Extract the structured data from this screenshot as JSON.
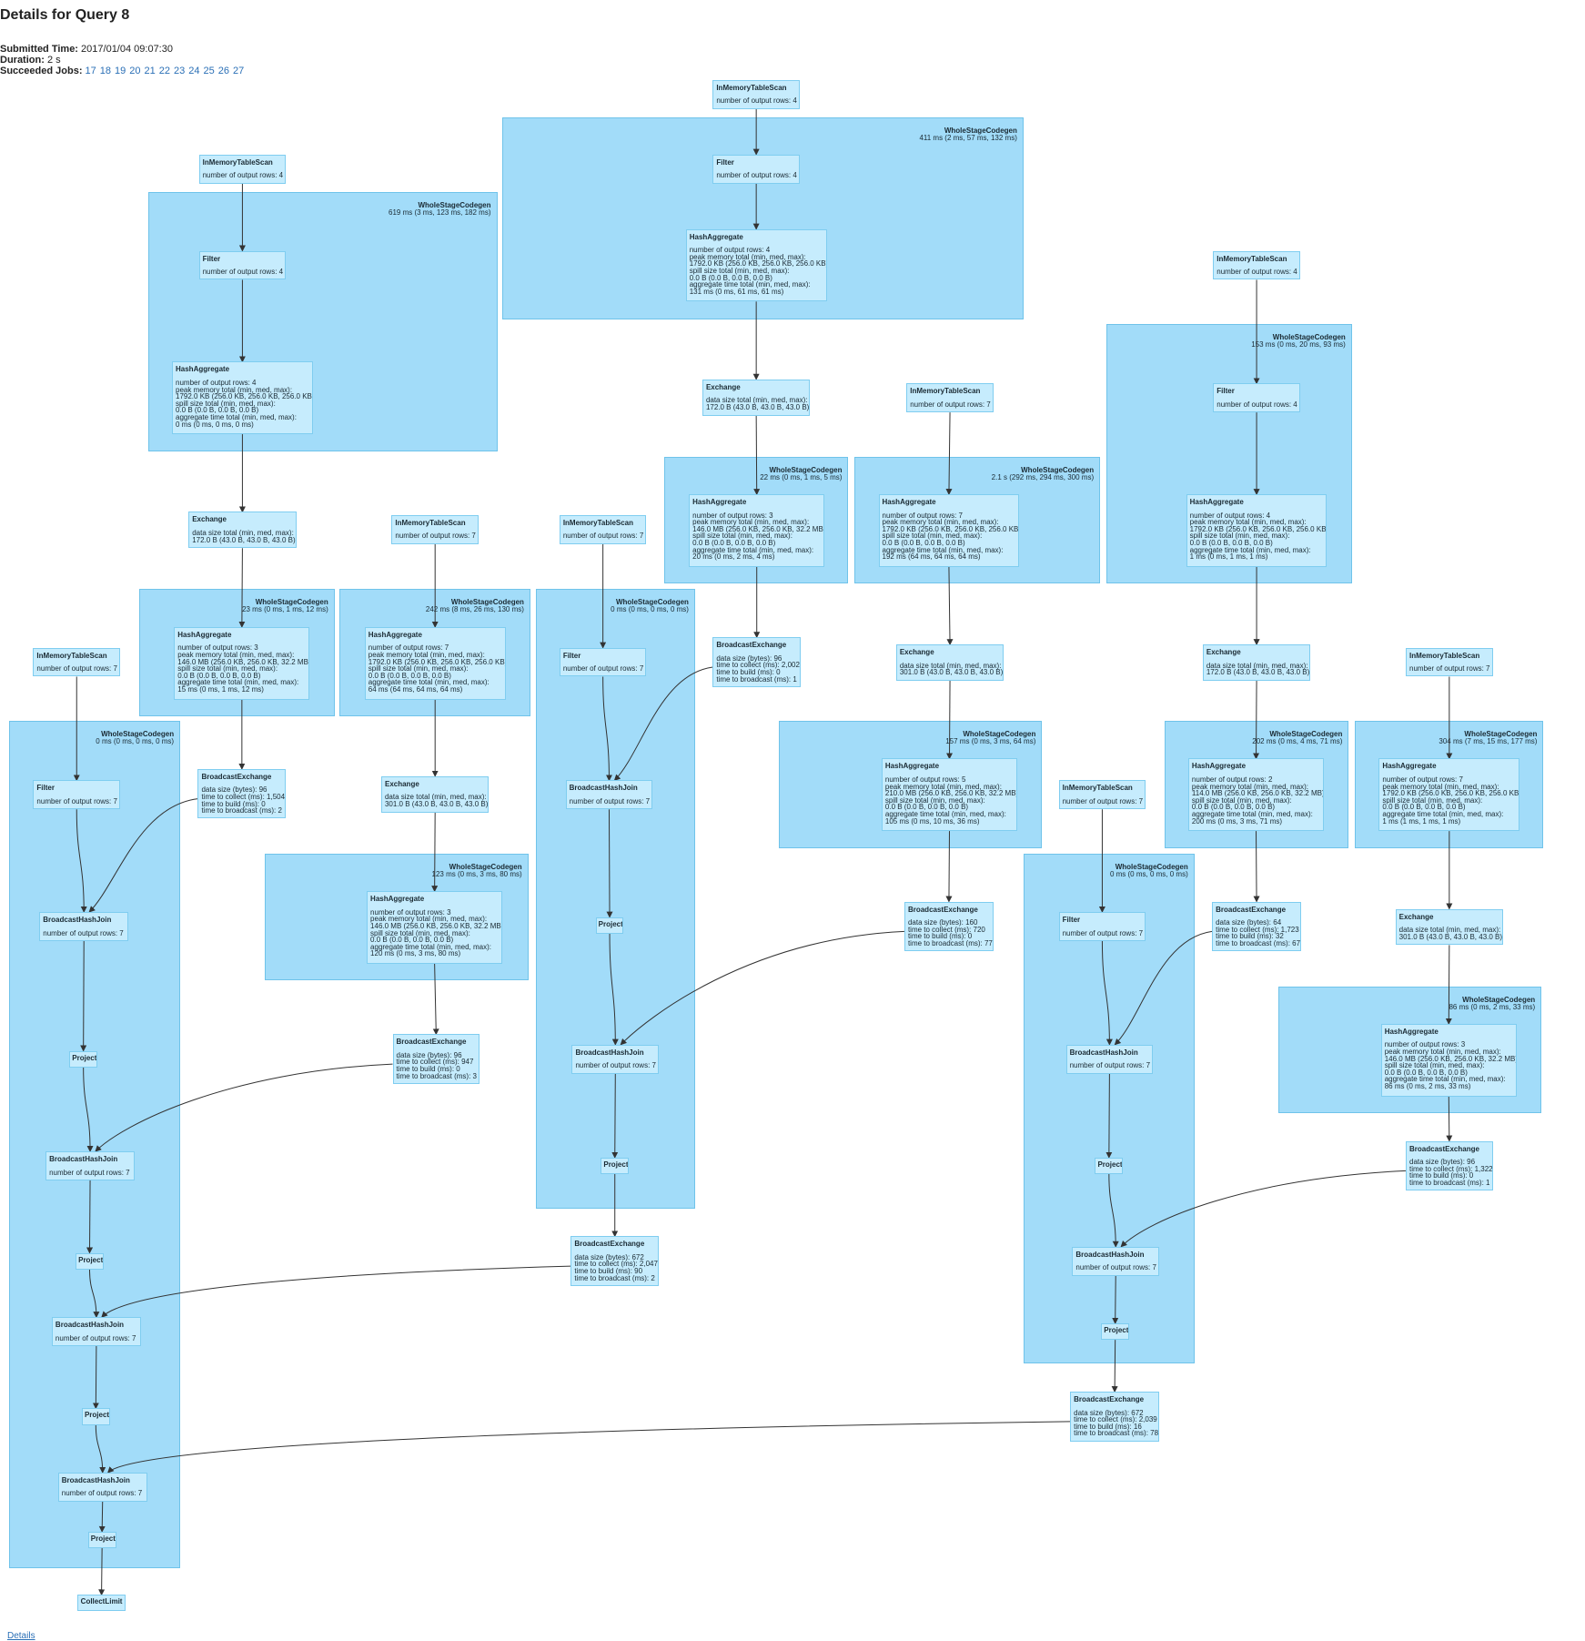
{
  "title": "Details for Query 8",
  "submitted_label": "Submitted Time:",
  "submitted_value": "2017/01/04 09:07:30",
  "duration_label": "Duration:",
  "duration_value": "2 s",
  "jobs_label": "Succeeded Jobs:",
  "jobs": [
    "17",
    "18",
    "19",
    "20",
    "21",
    "22",
    "23",
    "24",
    "25",
    "26",
    "27"
  ],
  "details_link": "Details",
  "clusters": [
    {
      "id": "c0",
      "name": "WholeStageCodegen",
      "metric": "411 ms (2 ms, 57 ms, 132 ms)"
    },
    {
      "id": "c1",
      "name": "WholeStageCodegen",
      "metric": "619 ms (3 ms, 123 ms, 182 ms)"
    },
    {
      "id": "c2",
      "name": "WholeStageCodegen",
      "metric": "153 ms (0 ms, 20 ms, 93 ms)"
    },
    {
      "id": "c3",
      "name": "WholeStageCodegen",
      "metric": "22 ms (0 ms, 1 ms, 5 ms)"
    },
    {
      "id": "c4",
      "name": "WholeStageCodegen",
      "metric": "2.1 s (292 ms, 294 ms, 300 ms)"
    },
    {
      "id": "c5",
      "name": "WholeStageCodegen",
      "metric": "23 ms (0 ms, 1 ms, 12 ms)"
    },
    {
      "id": "c6",
      "name": "WholeStageCodegen",
      "metric": "242 ms (8 ms, 26 ms, 130 ms)"
    },
    {
      "id": "c7",
      "name": "WholeStageCodegen",
      "metric": "0 ms (0 ms, 0 ms, 0 ms)"
    },
    {
      "id": "c8",
      "name": "WholeStageCodegen",
      "metric": "0 ms (0 ms, 0 ms, 0 ms)"
    },
    {
      "id": "c9",
      "name": "WholeStageCodegen",
      "metric": "157 ms (0 ms, 3 ms, 64 ms)"
    },
    {
      "id": "c10",
      "name": "WholeStageCodegen",
      "metric": "202 ms (0 ms, 4 ms, 71 ms)"
    },
    {
      "id": "c11",
      "name": "WholeStageCodegen",
      "metric": "304 ms (7 ms, 15 ms, 177 ms)"
    },
    {
      "id": "c12",
      "name": "WholeStageCodegen",
      "metric": "123 ms (0 ms, 3 ms, 80 ms)"
    },
    {
      "id": "c13",
      "name": "WholeStageCodegen",
      "metric": "0 ms (0 ms, 0 ms, 0 ms)"
    },
    {
      "id": "c14",
      "name": "WholeStageCodegen",
      "metric": "86 ms (0 ms, 2 ms, 33 ms)"
    }
  ],
  "nodes": [
    {
      "id": "n1",
      "name": "InMemoryTableScan",
      "metrics": [
        "number of output rows: 4"
      ]
    },
    {
      "id": "n2",
      "name": "Filter",
      "metrics": [
        "number of output rows: 4"
      ]
    },
    {
      "id": "n3",
      "name": "HashAggregate",
      "metrics": [
        "number of output rows: 4",
        "peak memory total (min, med, max):",
        "1792.0 KB (256.0 KB, 256.0 KB, 256.0 KB)",
        "spill size total (min, med, max):",
        "0.0 B (0.0 B, 0.0 B, 0.0 B)",
        "aggregate time total (min, med, max):",
        "131 ms (0 ms, 61 ms, 61 ms)"
      ]
    },
    {
      "id": "n4",
      "name": "InMemoryTableScan",
      "metrics": [
        "number of output rows: 4"
      ]
    },
    {
      "id": "n5",
      "name": "Filter",
      "metrics": [
        "number of output rows: 4"
      ]
    },
    {
      "id": "n6",
      "name": "HashAggregate",
      "metrics": [
        "number of output rows: 4",
        "peak memory total (min, med, max):",
        "1792.0 KB (256.0 KB, 256.0 KB, 256.0 KB)",
        "spill size total (min, med, max):",
        "0.0 B (0.0 B, 0.0 B, 0.0 B)",
        "aggregate time total (min, med, max):",
        "0 ms (0 ms, 0 ms, 0 ms)"
      ]
    },
    {
      "id": "n7",
      "name": "InMemoryTableScan",
      "metrics": [
        "number of output rows: 4"
      ]
    },
    {
      "id": "n8",
      "name": "Filter",
      "metrics": [
        "number of output rows: 4"
      ]
    },
    {
      "id": "n9",
      "name": "HashAggregate",
      "metrics": [
        "number of output rows: 4",
        "peak memory total (min, med, max):",
        "1792.0 KB (256.0 KB, 256.0 KB, 256.0 KB)",
        "spill size total (min, med, max):",
        "0.0 B (0.0 B, 0.0 B, 0.0 B)",
        "aggregate time total (min, med, max):",
        "1 ms (0 ms, 1 ms, 1 ms)"
      ]
    },
    {
      "id": "n10",
      "name": "Exchange",
      "metrics": [
        "data size total (min, med, max):",
        "172.0 B (43.0 B, 43.0 B, 43.0 B)"
      ]
    },
    {
      "id": "n11",
      "name": "InMemoryTableScan",
      "metrics": [
        "number of output rows: 7"
      ]
    },
    {
      "id": "n12",
      "name": "HashAggregate",
      "metrics": [
        "number of output rows: 3",
        "peak memory total (min, med, max):",
        "146.0 MB (256.0 KB, 256.0 KB, 32.2 MB)",
        "spill size total (min, med, max):",
        "0.0 B (0.0 B, 0.0 B, 0.0 B)",
        "aggregate time total (min, med, max):",
        "20 ms (0 ms, 2 ms, 4 ms)"
      ]
    },
    {
      "id": "n13",
      "name": "HashAggregate",
      "metrics": [
        "number of output rows: 7",
        "peak memory total (min, med, max):",
        "1792.0 KB (256.0 KB, 256.0 KB, 256.0 KB)",
        "spill size total (min, med, max):",
        "0.0 B (0.0 B, 0.0 B, 0.0 B)",
        "aggregate time total (min, med, max):",
        "192 ms (64 ms, 64 ms, 64 ms)"
      ]
    },
    {
      "id": "n14",
      "name": "Exchange",
      "metrics": [
        "data size total (min, med, max):",
        "172.0 B (43.0 B, 43.0 B, 43.0 B)"
      ]
    },
    {
      "id": "n15",
      "name": "InMemoryTableScan",
      "metrics": [
        "number of output rows: 7"
      ]
    },
    {
      "id": "n16",
      "name": "InMemoryTableScan",
      "metrics": [
        "number of output rows: 7"
      ]
    },
    {
      "id": "n17",
      "name": "HashAggregate",
      "metrics": [
        "number of output rows: 3",
        "peak memory total (min, med, max):",
        "146.0 MB (256.0 KB, 256.0 KB, 32.2 MB)",
        "spill size total (min, med, max):",
        "0.0 B (0.0 B, 0.0 B, 0.0 B)",
        "aggregate time total (min, med, max):",
        "15 ms (0 ms, 1 ms, 12 ms)"
      ]
    },
    {
      "id": "n18",
      "name": "HashAggregate",
      "metrics": [
        "number of output rows: 7",
        "peak memory total (min, med, max):",
        "1792.0 KB (256.0 KB, 256.0 KB, 256.0 KB)",
        "spill size total (min, med, max):",
        "0.0 B (0.0 B, 0.0 B, 0.0 B)",
        "aggregate time total (min, med, max):",
        "64 ms (64 ms, 64 ms, 64 ms)"
      ]
    },
    {
      "id": "n19",
      "name": "Filter",
      "metrics": [
        "number of output rows: 7"
      ]
    },
    {
      "id": "n20",
      "name": "BroadcastExchange",
      "metrics": [
        "data size (bytes): 96",
        "time to collect (ms): 2,002",
        "time to build (ms): 0",
        "time to broadcast (ms): 1"
      ]
    },
    {
      "id": "n21",
      "name": "Exchange",
      "metrics": [
        "data size total (min, med, max):",
        "301.0 B (43.0 B, 43.0 B, 43.0 B)"
      ]
    },
    {
      "id": "n22",
      "name": "Exchange",
      "metrics": [
        "data size total (min, med, max):",
        "172.0 B (43.0 B, 43.0 B, 43.0 B)"
      ]
    },
    {
      "id": "n23",
      "name": "InMemoryTableScan",
      "metrics": [
        "number of output rows: 7"
      ]
    },
    {
      "id": "n24",
      "name": "InMemoryTableScan",
      "metrics": [
        "number of output rows: 7"
      ]
    },
    {
      "id": "n25",
      "name": "Filter",
      "metrics": [
        "number of output rows: 7"
      ]
    },
    {
      "id": "n26",
      "name": "BroadcastExchange",
      "metrics": [
        "data size (bytes): 96",
        "time to collect (ms): 1,504",
        "time to build (ms): 0",
        "time to broadcast (ms): 2"
      ]
    },
    {
      "id": "n27",
      "name": "Exchange",
      "metrics": [
        "data size total (min, med, max):",
        "301.0 B (43.0 B, 43.0 B, 43.0 B)"
      ]
    },
    {
      "id": "n28",
      "name": "BroadcastHashJoin",
      "metrics": [
        "number of output rows: 7"
      ]
    },
    {
      "id": "n29",
      "name": "HashAggregate",
      "metrics": [
        "number of output rows: 5",
        "peak memory total (min, med, max):",
        "210.0 MB (256.0 KB, 256.0 KB, 32.2 MB)",
        "spill size total (min, med, max):",
        "0.0 B (0.0 B, 0.0 B, 0.0 B)",
        "aggregate time total (min, med, max):",
        "105 ms (0 ms, 10 ms, 36 ms)"
      ]
    },
    {
      "id": "n30",
      "name": "InMemoryTableScan",
      "metrics": [
        "number of output rows: 7"
      ]
    },
    {
      "id": "n31",
      "name": "HashAggregate",
      "metrics": [
        "number of output rows: 2",
        "peak memory total (min, med, max):",
        "114.0 MB (256.0 KB, 256.0 KB, 32.2 MB)",
        "spill size total (min, med, max):",
        "0.0 B (0.0 B, 0.0 B, 0.0 B)",
        "aggregate time total (min, med, max):",
        "200 ms (0 ms, 3 ms, 71 ms)"
      ]
    },
    {
      "id": "n32",
      "name": "HashAggregate",
      "metrics": [
        "number of output rows: 7",
        "peak memory total (min, med, max):",
        "1792.0 KB (256.0 KB, 256.0 KB, 256.0 KB)",
        "spill size total (min, med, max):",
        "0.0 B (0.0 B, 0.0 B, 0.0 B)",
        "aggregate time total (min, med, max):",
        "1 ms (1 ms, 1 ms, 1 ms)"
      ]
    },
    {
      "id": "n33",
      "name": "BroadcastHashJoin",
      "metrics": [
        "number of output rows: 7"
      ]
    },
    {
      "id": "n34",
      "name": "HashAggregate",
      "metrics": [
        "number of output rows: 3",
        "peak memory total (min, med, max):",
        "146.0 MB (256.0 KB, 256.0 KB, 32.2 MB)",
        "spill size total (min, med, max):",
        "0.0 B (0.0 B, 0.0 B, 0.0 B)",
        "aggregate time total (min, med, max):",
        "120 ms (0 ms, 3 ms, 80 ms)"
      ]
    },
    {
      "id": "n35",
      "name": "Project",
      "metrics": []
    },
    {
      "id": "n36",
      "name": "BroadcastExchange",
      "metrics": [
        "data size (bytes): 160",
        "time to collect (ms): 720",
        "time to build (ms): 0",
        "time to broadcast (ms): 77"
      ]
    },
    {
      "id": "n37",
      "name": "Filter",
      "metrics": [
        "number of output rows: 7"
      ]
    },
    {
      "id": "n38",
      "name": "BroadcastExchange",
      "metrics": [
        "data size (bytes): 64",
        "time to collect (ms): 1,723",
        "time to build (ms): 32",
        "time to broadcast (ms): 67"
      ]
    },
    {
      "id": "n39",
      "name": "Exchange",
      "metrics": [
        "data size total (min, med, max):",
        "301.0 B (43.0 B, 43.0 B, 43.0 B)"
      ]
    },
    {
      "id": "n40",
      "name": "HashAggregate",
      "metrics": [
        "number of output rows: 3",
        "peak memory total (min, med, max):",
        "146.0 MB (256.0 KB, 256.0 KB, 32.2 MB)",
        "spill size total (min, med, max):",
        "0.0 B (0.0 B, 0.0 B, 0.0 B)",
        "aggregate time total (min, med, max):",
        "86 ms (0 ms, 2 ms, 33 ms)"
      ]
    },
    {
      "id": "n41",
      "name": "BroadcastExchange",
      "metrics": [
        "data size (bytes): 96",
        "time to collect (ms): 947",
        "time to build (ms): 0",
        "time to broadcast (ms): 3"
      ]
    },
    {
      "id": "n42",
      "name": "BroadcastHashJoin",
      "metrics": [
        "number of output rows: 7"
      ]
    },
    {
      "id": "n43",
      "name": "Project",
      "metrics": []
    },
    {
      "id": "n44",
      "name": "BroadcastHashJoin",
      "metrics": [
        "number of output rows: 7"
      ]
    },
    {
      "id": "n45",
      "name": "BroadcastHashJoin",
      "metrics": [
        "number of output rows: 7"
      ]
    },
    {
      "id": "n46",
      "name": "Project",
      "metrics": []
    },
    {
      "id": "n47",
      "name": "BroadcastExchange",
      "metrics": [
        "data size (bytes): 96",
        "time to collect (ms): 1,322",
        "time to build (ms): 0",
        "time to broadcast (ms): 1"
      ]
    },
    {
      "id": "n48",
      "name": "Project",
      "metrics": []
    },
    {
      "id": "n49",
      "name": "Project",
      "metrics": []
    },
    {
      "id": "n50",
      "name": "BroadcastExchange",
      "metrics": [
        "data size (bytes): 672",
        "time to collect (ms): 2,047",
        "time to build (ms): 90",
        "time to broadcast (ms): 2"
      ]
    },
    {
      "id": "n51",
      "name": "BroadcastHashJoin",
      "metrics": [
        "number of output rows: 7"
      ]
    },
    {
      "id": "n52",
      "name": "BroadcastHashJoin",
      "metrics": [
        "number of output rows: 7"
      ]
    },
    {
      "id": "n53",
      "name": "Project",
      "metrics": []
    },
    {
      "id": "n54",
      "name": "Project",
      "metrics": []
    },
    {
      "id": "n55",
      "name": "BroadcastExchange",
      "metrics": [
        "data size (bytes): 672",
        "time to collect (ms): 2,039",
        "time to build (ms): 16",
        "time to broadcast (ms): 78"
      ]
    },
    {
      "id": "n56",
      "name": "BroadcastHashJoin",
      "metrics": [
        "number of output rows: 7"
      ]
    },
    {
      "id": "n57",
      "name": "Project",
      "metrics": []
    },
    {
      "id": "n58",
      "name": "CollectLimit",
      "metrics": []
    }
  ],
  "colors": {
    "cluster": "#a2dcf9",
    "node": "#c6ecfd",
    "edge": "#333333",
    "link": "#2a6fb6"
  }
}
